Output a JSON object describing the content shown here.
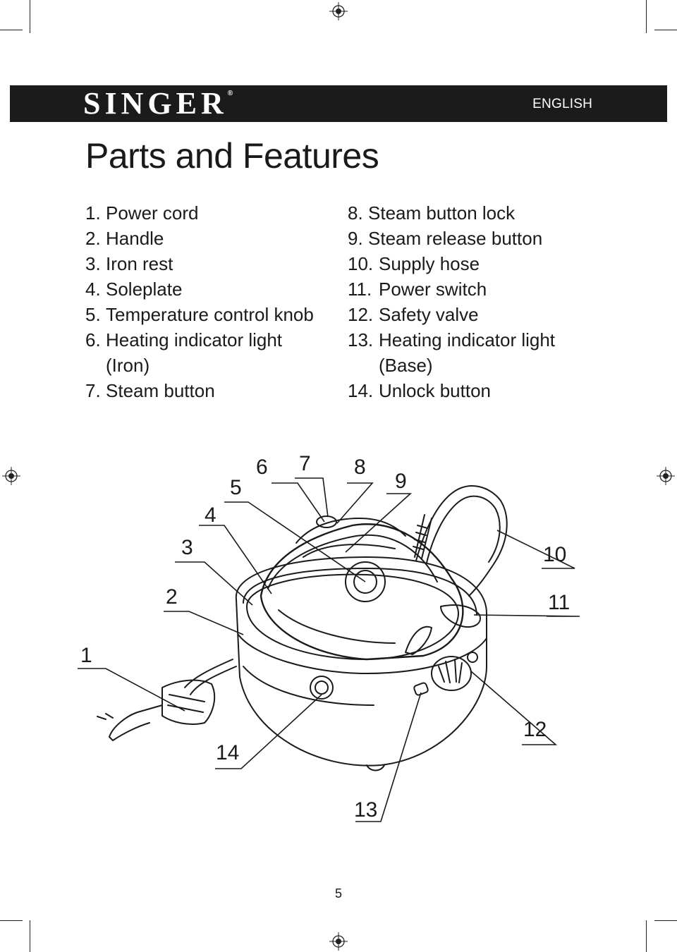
{
  "header": {
    "brand": "SINGER",
    "registered_mark": "®",
    "language": "ENGLISH"
  },
  "title": "Parts and Features",
  "parts_left": [
    {
      "num": "1.",
      "label": "Power cord"
    },
    {
      "num": "2.",
      "label": "Handle"
    },
    {
      "num": "3.",
      "label": "Iron rest"
    },
    {
      "num": "4.",
      "label": "Soleplate"
    },
    {
      "num": "5.",
      "label": "Temperature control knob"
    },
    {
      "num": "6.",
      "label": "Heating indicator light"
    },
    {
      "num": "",
      "label": "(Iron)"
    },
    {
      "num": "7.",
      "label": "Steam button"
    }
  ],
  "parts_right": [
    {
      "num": "8.",
      "label": "Steam button lock"
    },
    {
      "num": "9.",
      "label": "Steam release button"
    },
    {
      "num": "10.",
      "label": "Supply hose"
    },
    {
      "num": "11.",
      "label": "Power switch"
    },
    {
      "num": "12.",
      "label": "Safety valve"
    },
    {
      "num": "13.",
      "label": "Heating indicator light"
    },
    {
      "num": "",
      "label": "(Base)"
    },
    {
      "num": "14.",
      "label": "Unlock button"
    }
  ],
  "callouts": [
    "1",
    "2",
    "3",
    "4",
    "5",
    "6",
    "7",
    "8",
    "9",
    "10",
    "11",
    "12",
    "13",
    "14"
  ],
  "page_number": "5"
}
